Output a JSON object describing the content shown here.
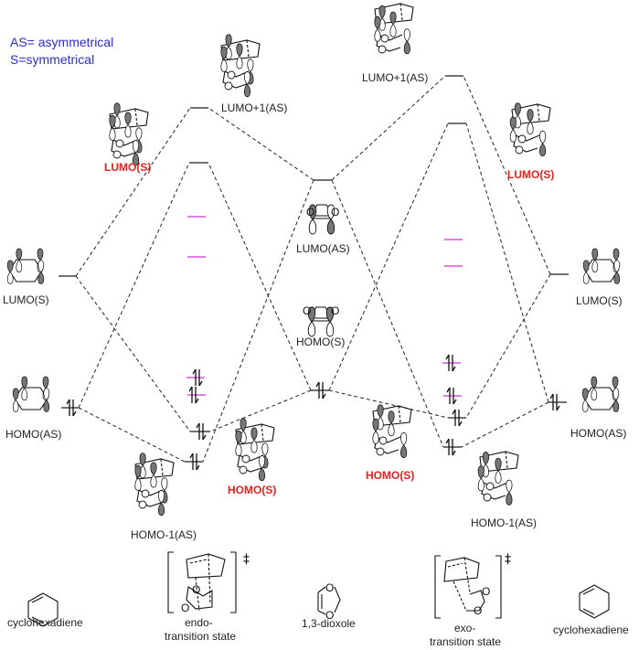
{
  "legend": {
    "line1": "AS= asymmetrical",
    "line2": "S=symmetrical",
    "color": "#2b2bd0"
  },
  "colors": {
    "highlight_label": "#e8201c",
    "reference_level": "#e27ee3",
    "line": "#222222"
  },
  "orbitals": {
    "left": {
      "lumo": "LUMO(S)",
      "homo": "HOMO(AS)"
    },
    "endo": {
      "lumo_plus1": "LUMO+1(AS)",
      "lumo": "LUMO(S)",
      "homo": "HOMO(S)",
      "homo_minus1": "HOMO-1(AS)"
    },
    "center": {
      "lumo": "LUMO(AS)",
      "homo": "HOMO(S)"
    },
    "exo": {
      "lumo_plus1": "LUMO+1(AS)",
      "lumo": "LUMO(S)",
      "homo": "HOMO(S)",
      "homo_minus1": "HOMO-1(AS)"
    },
    "right": {
      "lumo": "LUMO(S)",
      "homo": "HOMO(AS)"
    }
  },
  "occupancy": {
    "left_homo": "paired",
    "endo_homo": "paired",
    "endo_homo_minus1": "paired",
    "endo_reference_occupied": [
      "paired",
      "paired"
    ],
    "center_homo": "paired",
    "exo_homo": "paired",
    "exo_homo_minus1": "paired",
    "exo_reference_occupied": [
      "paired",
      "paired"
    ],
    "right_homo": "paired"
  },
  "structures": {
    "left": "cyclohexadiene",
    "endo_line1": "endo-",
    "endo_line2": "transition state",
    "center": "1,3-dioxole",
    "exo_line1": "exo-",
    "exo_line2": "transition state",
    "right": "cyclohexadiene",
    "ts_symbol": "‡",
    "oxygen": "O"
  }
}
